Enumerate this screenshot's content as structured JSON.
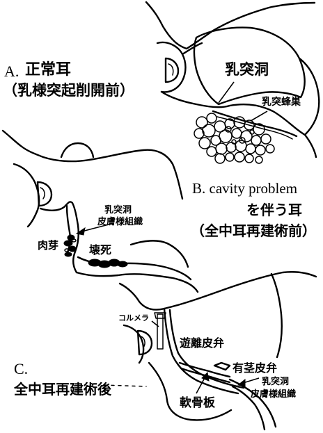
{
  "panel_a": {
    "letter": "A.",
    "title": "正常耳",
    "subtitle": "（乳様突起削開前）",
    "labels": {
      "mastoid_antrum": "乳突洞",
      "mastoid_cells": "乳突蜂巣"
    }
  },
  "panel_b": {
    "letter": "B. cavity problem",
    "line2": "を伴う耳",
    "line3": "（全中耳再建術前）",
    "labels": {
      "skin_line1": "乳突洞",
      "skin_line2": "皮膚様組織",
      "granulation": "肉芽",
      "necrosis": "壊死"
    }
  },
  "panel_c": {
    "letter": "C.",
    "title": "全中耳再建術後",
    "labels": {
      "columella": "コルメラ",
      "free_skin_flap": "遊離皮弁",
      "pedicled_skin_flap": "有茎皮弁",
      "skin_line1": "乳突洞",
      "skin_line2": "皮膚様組織",
      "cartilage_plate": "軟骨板"
    }
  },
  "colors": {
    "ink": "#000000",
    "background": "#ffffff"
  }
}
